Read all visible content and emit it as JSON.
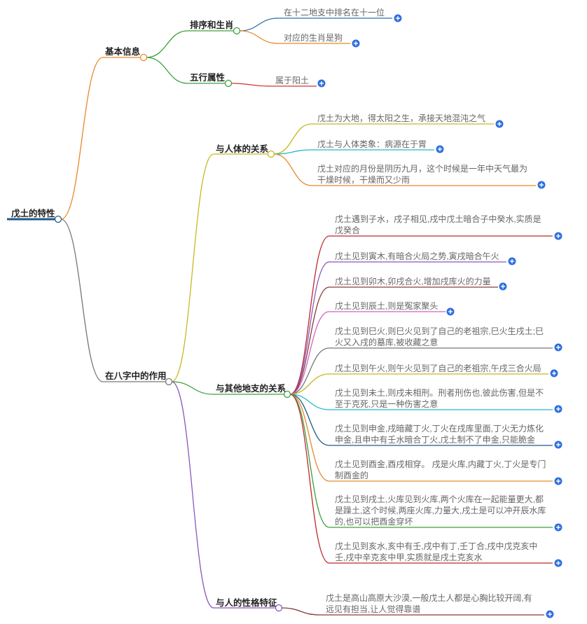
{
  "root": {
    "label": "戊土的特性",
    "color": "#1f5a8c"
  },
  "branches": [
    {
      "label": "基本信息",
      "color": "#e8892a",
      "children": [
        {
          "label": "排序和生肖",
          "color": "#3aa03a",
          "leaves": [
            {
              "lines": [
                "在十二地支中排名在十一位"
              ],
              "color": "#2a6fb0"
            },
            {
              "lines": [
                "对应的生肖是狗"
              ],
              "color": "#e8892a"
            }
          ]
        },
        {
          "label": "五行属性",
          "color": "#3aa03a",
          "leaves": [
            {
              "lines": [
                "属于阳土"
              ],
              "color": "#d0343a"
            }
          ]
        }
      ]
    },
    {
      "label": "在八字中的作用",
      "color": "#777777",
      "children": [
        {
          "label": "与人体的关系",
          "color": "#c8b820",
          "leaves": [
            {
              "lines": [
                "戊土为大地，得太阳之生，承接天地混沌之气"
              ],
              "color": "#c8b820"
            },
            {
              "lines": [
                "戊土与人体类象：病源在于胃"
              ],
              "color": "#26b8c8"
            },
            {
              "lines": [
                "戊土对应的月份是阴历九月，这个时候是一年中天气最为",
                "干燥时候，干燥而又少雨"
              ],
              "color": "#e8892a"
            }
          ]
        },
        {
          "label": "与其他地支的关系",
          "color": "#3aa03a",
          "leaves": [
            {
              "lines": [
                "戊土遇到子水，戌子相见,戌中戊土暗合子中癸水,实质是",
                "戊癸合"
              ],
              "color": "#c0282e"
            },
            {
              "lines": [
                "戊土见到寅木,有暗合火局之势,寅戌暗合午火"
              ],
              "color": "#8a55c0"
            },
            {
              "lines": [
                "戊土见到卯木,卯戌合火,增加戌库火的力量"
              ],
              "color": "#8a3a3a"
            },
            {
              "lines": [
                "戊土见到辰土,则是冤家聚头"
              ],
              "color": "#d060c0"
            },
            {
              "lines": [
                "戊土见到巳火,则巳火见到了自己的老祖宗,巳火生戌土;巳",
                "火又入戌的墓库,被收藏之意"
              ],
              "color": "#777777"
            },
            {
              "lines": [
                "戊土见到午火,则午火见到了自己的老祖宗,午戌三合火局"
              ],
              "color": "#c8b820"
            },
            {
              "lines": [
                "戊土见到未土,则戌未相刑。刑者刑伤也,彼此伤害,但是不",
                "至于克死,只是一种伤害之意"
              ],
              "color": "#26b8c8"
            },
            {
              "lines": [
                "戊土见到申金,戌暗藏丁火,丁火在戌库里面,丁火无力炼化",
                "申金,且申中有壬水暗合丁火,戊土制不了申金,只能脆金"
              ],
              "color": "#1f5a8c"
            },
            {
              "lines": [
                "戊土见到酉金,酉戌相穿。 戌是火库,内藏丁火,丁火是专门",
                "制酉金的"
              ],
              "color": "#e8892a"
            },
            {
              "lines": [
                "戊土见到戌土,火库见到火库,两个火库在一起能量更大,都",
                "是躁土,这个时候,两座火库,力量大,戌土是可以冲开辰水库",
                "的,也可以把酉金穿坏"
              ],
              "color": "#3aa03a"
            },
            {
              "lines": [
                "戊土见到亥水,亥中有壬,戌中有丁,壬丁合,戌中戊克亥中",
                "壬,戌中辛克亥中甲,实质就是戌土克亥水"
              ],
              "color": "#c0282e"
            }
          ]
        },
        {
          "label": "与人的性格特征",
          "color": "#8a55c0",
          "leaves": [
            {
              "lines": [
                "戊土是高山高原大沙漠,一般戊土人都是心胸比较开阔,有",
                "远见有担当,让人觉得靠谱"
              ],
              "color": "#8a3a3a"
            }
          ]
        }
      ]
    }
  ]
}
